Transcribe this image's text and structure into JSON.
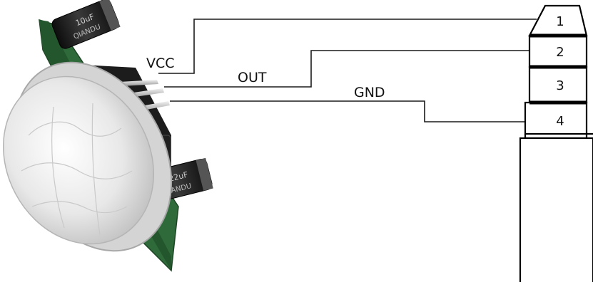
{
  "wires": [
    {
      "label": "VCC",
      "pin": "1"
    },
    {
      "label": "OUT",
      "pin": "2"
    },
    {
      "label": "GND",
      "pin": "4"
    }
  ],
  "jack_rings": [
    "1",
    "2",
    "3",
    "4"
  ],
  "sensor": {
    "cap_top_text": "10uF",
    "cap_top_brand": "QIANDU",
    "cap_bottom_text": "22uF",
    "cap_bottom_brand": "QIANDU"
  },
  "colors": {
    "wire": "#1a1a1a",
    "pcb": "#2f6b3a",
    "dome": "#e6e6e6",
    "header": "#f2d23c",
    "capacitor": "#1c1c1c"
  }
}
